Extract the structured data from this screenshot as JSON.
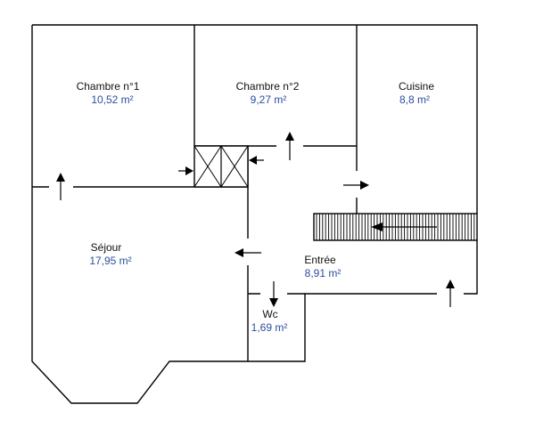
{
  "colors": {
    "area_text": "#2b4e9e",
    "wall": "#000000",
    "background": "#ffffff"
  },
  "rooms": [
    {
      "name": "Chambre n°1",
      "area": "10,52  m²"
    },
    {
      "name": "Chambre n°2",
      "area": "9,27  m²"
    },
    {
      "name": "Cuisine",
      "area": "8,8  m²"
    },
    {
      "name": "Séjour",
      "area": "17,95  m²"
    },
    {
      "name": "Entrée",
      "area": "8,91  m²"
    },
    {
      "name": "Wc",
      "area": "1,69  m²"
    }
  ]
}
